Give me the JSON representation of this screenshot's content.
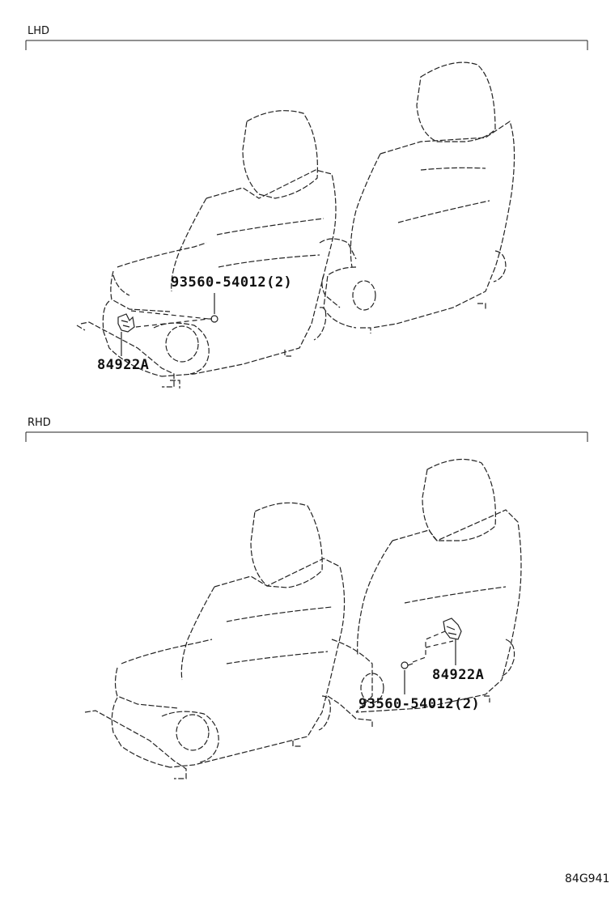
{
  "sections": {
    "lhd": {
      "label": "LHD"
    },
    "rhd": {
      "label": "RHD"
    }
  },
  "parts": {
    "lhd_screw": "93560-54012(2)",
    "lhd_clip": "84922A",
    "rhd_clip": "84922A",
    "rhd_screw": "93560-54012(2)"
  },
  "diagram_id": "84G941"
}
